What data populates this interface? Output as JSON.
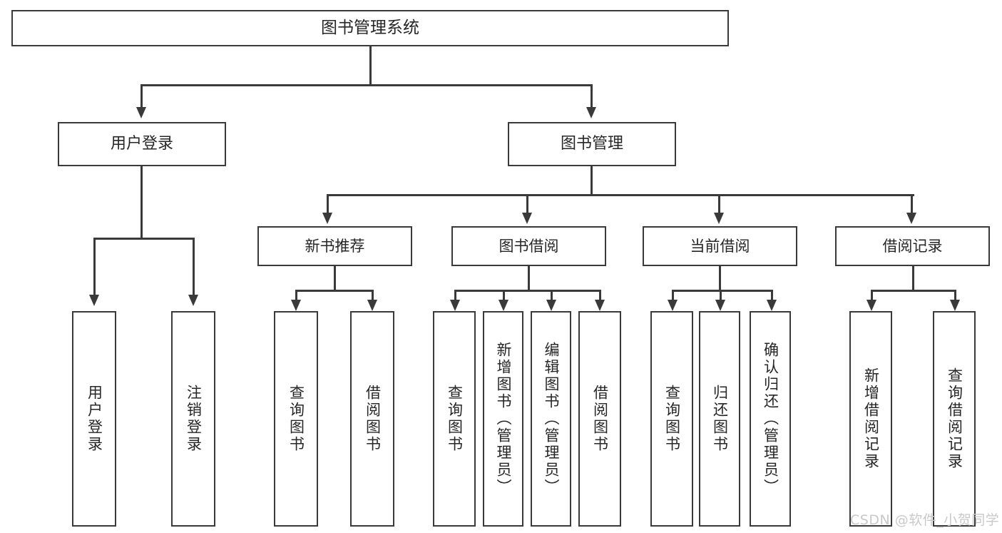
{
  "diagram": {
    "title": "图书管理系统",
    "type": "tree-hierarchy-chart",
    "root": {
      "label": "图书管理系统"
    },
    "level2": [
      {
        "label": "用户登录"
      },
      {
        "label": "图书管理"
      }
    ],
    "level3": [
      {
        "label": "新书推荐"
      },
      {
        "label": "图书借阅"
      },
      {
        "label": "当前借阅"
      },
      {
        "label": "借阅记录"
      }
    ],
    "leaves": {
      "user_login": [
        {
          "label": "用户登录"
        },
        {
          "label": "注销登录"
        }
      ],
      "new_book_recommend": [
        {
          "label": "查询图书"
        },
        {
          "label": "借阅图书"
        }
      ],
      "book_borrow": [
        {
          "label": "查询图书"
        },
        {
          "label": "新增图书（管理员）"
        },
        {
          "label": "编辑图书（管理员）"
        },
        {
          "label": "借阅图书"
        }
      ],
      "current_borrow": [
        {
          "label": "查询图书"
        },
        {
          "label": "归还图书"
        },
        {
          "label": "确认归还（管理员）"
        }
      ],
      "borrow_record": [
        {
          "label": "新增借阅记录"
        },
        {
          "label": "查询借阅记录"
        }
      ]
    }
  },
  "watermark": {
    "text": "CSDN @软件_小贺同学"
  },
  "colors": {
    "stroke": "#3a3a3a",
    "background": "#ffffff",
    "text": "#262626",
    "watermark": "#c9c9c9"
  }
}
